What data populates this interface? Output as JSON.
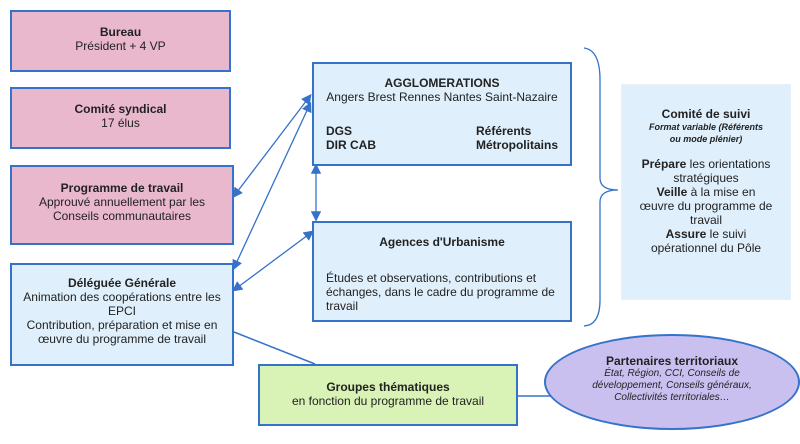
{
  "bureau": {
    "title": "Bureau",
    "text": "Président + 4 VP"
  },
  "comite_syndical": {
    "title": "Comité syndical",
    "text": "17 élus"
  },
  "programme": {
    "title": "Programme de travail",
    "line1": "Approuvé annuellement par les",
    "line2": "Conseils communautaires"
  },
  "deleguee": {
    "title": "Déléguée Générale",
    "line1": "Animation des coopérations entre les",
    "line2": "EPCI",
    "line3": "Contribution, préparation et mise en",
    "line4": "œuvre du programme de travail"
  },
  "agglomerations": {
    "title": "AGGLOMERATIONS",
    "cities": "Angers Brest Rennes Nantes Saint-Nazaire",
    "dgs": "DGS",
    "dircab": "DIR CAB",
    "referents": "Référents",
    "metropolitains": "Métropolitains"
  },
  "agences": {
    "title": "Agences d'Urbanisme",
    "line1": "Études et observations, contributions et",
    "line2": "échanges, dans le cadre du programme de",
    "line3": "travail"
  },
  "comite_suivi": {
    "title": "Comité de suivi",
    "sub1": "Format variable (Référents",
    "sub2": "ou mode plénier)",
    "prepare_b": "Prépare",
    "prepare_t": " les orientations",
    "prepare_t2": "stratégiques",
    "veille_b": "Veille",
    "veille_t": " à la mise en",
    "veille_t2": "œuvre du programme de",
    "veille_t3": "travail",
    "assure_b": "Assure",
    "assure_t": " le suivi",
    "assure_t2": "opérationnel du Pôle"
  },
  "groupes": {
    "title": "Groupes thématiques",
    "text": "en fonction du programme de travail"
  },
  "partenaires": {
    "title": "Partenaires territoriaux",
    "line1": "État, Région, CCI, Conseils de",
    "line2": "développement, Conseils généraux,",
    "line3": "Collectivités territoriales…"
  },
  "colors": {
    "pink": "#e9b8cc",
    "light_blue": "#dfeffb",
    "green": "#d9f2b5",
    "lavender": "#c9c0f0",
    "border": "#3572c9"
  }
}
